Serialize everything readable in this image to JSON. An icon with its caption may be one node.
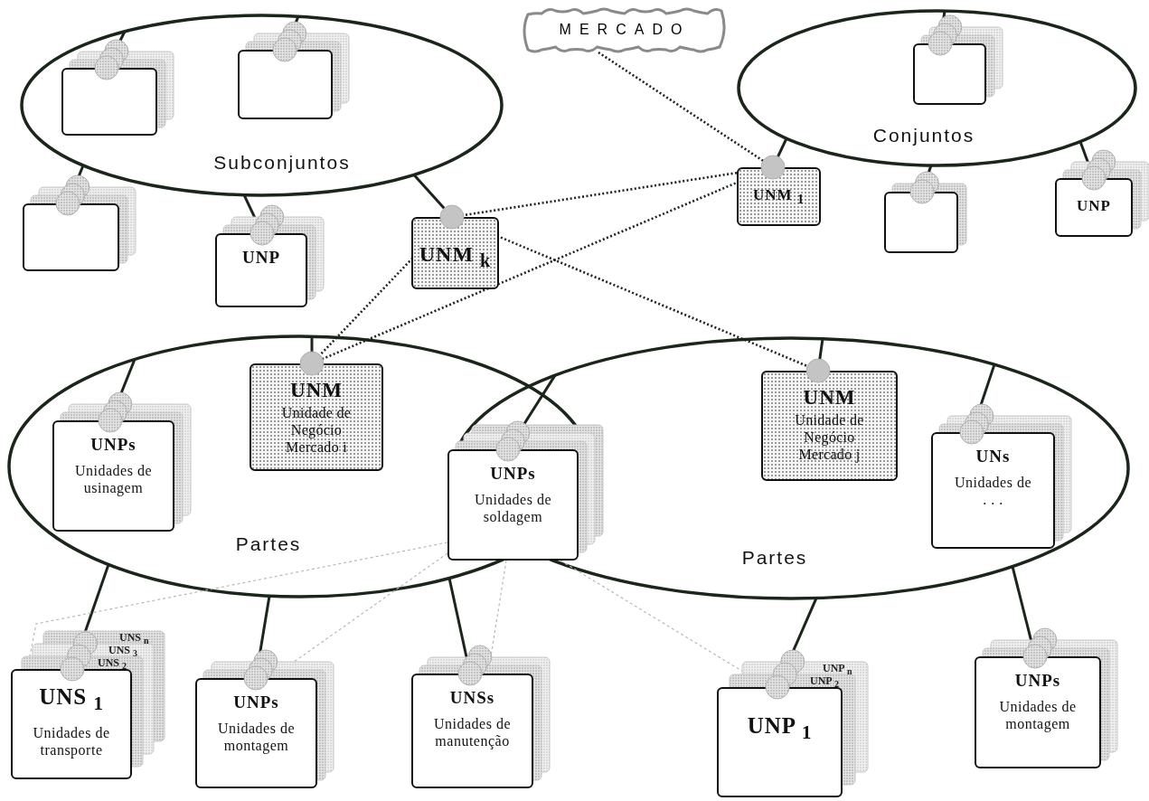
{
  "diagram": {
    "nodes": [
      {
        "text": [
          "MERCADO"
        ]
      },
      {
        "text": [
          "Subconjuntos"
        ]
      },
      {
        "text": [],
        "shape": "box",
        "in": 1
      },
      {
        "text": [],
        "shape": "box",
        "in": 1
      },
      {
        "text": [
          "Conjuntos"
        ]
      },
      {
        "text": [],
        "shape": "box",
        "in": 4
      },
      {
        "text": [],
        "shape": "box"
      },
      {
        "text": [
          "UNP"
        ]
      },
      {
        "text": [
          "UNM $_{k}$"
        ]
      },
      {
        "text": [
          "UNM $_{1}$"
        ]
      },
      {
        "text": [],
        "shape": "box"
      },
      {
        "text": [
          "UNP"
        ]
      },
      {
        "text": [
          "Partes"
        ]
      },
      {
        "text": [
          "Partes"
        ]
      },
      {
        "text": [
          "UNPs",
          "Unidades de usinagem"
        ],
        "in": 12
      },
      {
        "text": [
          "UNM",
          "Unidade de Negócio Mercado  i"
        ],
        "in": 12
      },
      {
        "text": [
          "UNPs",
          "Unidades de soldagem"
        ]
      },
      {
        "text": [
          "UNM",
          "Unidade de Negócio Mercado  j"
        ],
        "in": 13
      },
      {
        "text": [
          "UNs",
          "Unidades de . . ."
        ],
        "in": 13
      },
      {
        "text": [
          "UNS $_{1}$",
          "Unidades de transporte"
        ],
        "beside": [
          "UNS $_{n}$",
          "UNS $_{3}$",
          "UNS $_{2}$"
        ]
      },
      {
        "text": [
          "UNPs",
          "Unidades de montagem"
        ]
      },
      {
        "text": [
          "UNSs",
          "Unidades de manutenção"
        ]
      },
      {
        "text": [
          "UNP $_{1}$"
        ],
        "beside": [
          "UNP $_{n}$",
          "UNP $_{2}$"
        ]
      },
      {
        "text": [
          "UNPs",
          "Unidades de montagem"
        ]
      }
    ],
    "edges": [
      {
        "from": 1,
        "to": 2,
        "arrow": "none"
      },
      {
        "from": 1,
        "to": 3,
        "arrow": "none"
      },
      {
        "from": 1,
        "to": 6,
        "arrow": "none"
      },
      {
        "from": 1,
        "to": 7,
        "arrow": "none"
      },
      {
        "from": 1,
        "to": 8,
        "arrow": "none"
      },
      {
        "from": 4,
        "to": 5,
        "arrow": "none"
      },
      {
        "from": 4,
        "to": 9,
        "arrow": "none"
      },
      {
        "from": 4,
        "to": 10,
        "arrow": "none"
      },
      {
        "from": 4,
        "to": 11,
        "arrow": "none"
      },
      {
        "from": 12,
        "to": 14,
        "arrow": "none"
      },
      {
        "from": 12,
        "to": 15,
        "arrow": "none"
      },
      {
        "from": 13,
        "to": 16,
        "arrow": "none"
      },
      {
        "from": 13,
        "to": 17,
        "arrow": "none"
      },
      {
        "from": 13,
        "to": 18,
        "arrow": "none"
      },
      {
        "from": 12,
        "to": 19,
        "arrow": "none"
      },
      {
        "from": 12,
        "to": 20,
        "arrow": "none"
      },
      {
        "from": 12,
        "to": 21,
        "arrow": "none"
      },
      {
        "from": 13,
        "to": 22,
        "arrow": "none"
      },
      {
        "from": 13,
        "to": 23,
        "arrow": "none"
      },
      {
        "from": 0,
        "to": 9,
        "arrow": "none",
        "style": "dashed"
      },
      {
        "from": 9,
        "to": 8,
        "arrow": "none",
        "style": "dashed"
      },
      {
        "from": 9,
        "to": 15,
        "arrow": "none",
        "style": "dashed"
      },
      {
        "from": 8,
        "to": 15,
        "arrow": "none",
        "style": "dashed"
      },
      {
        "from": 8,
        "to": 17,
        "arrow": "none",
        "style": "dashed"
      },
      {
        "from": 16,
        "to": 19,
        "arrow": "none",
        "style": "dashed",
        "color": "#b8b8b8"
      },
      {
        "from": 16,
        "to": 20,
        "arrow": "none",
        "style": "dashed",
        "color": "#b8b8b8"
      },
      {
        "from": 16,
        "to": 21,
        "arrow": "none",
        "style": "dashed",
        "color": "#b8b8b8"
      },
      {
        "from": 16,
        "to": 22,
        "arrow": "none",
        "style": "dashed",
        "color": "#b8b8b8"
      }
    ]
  }
}
